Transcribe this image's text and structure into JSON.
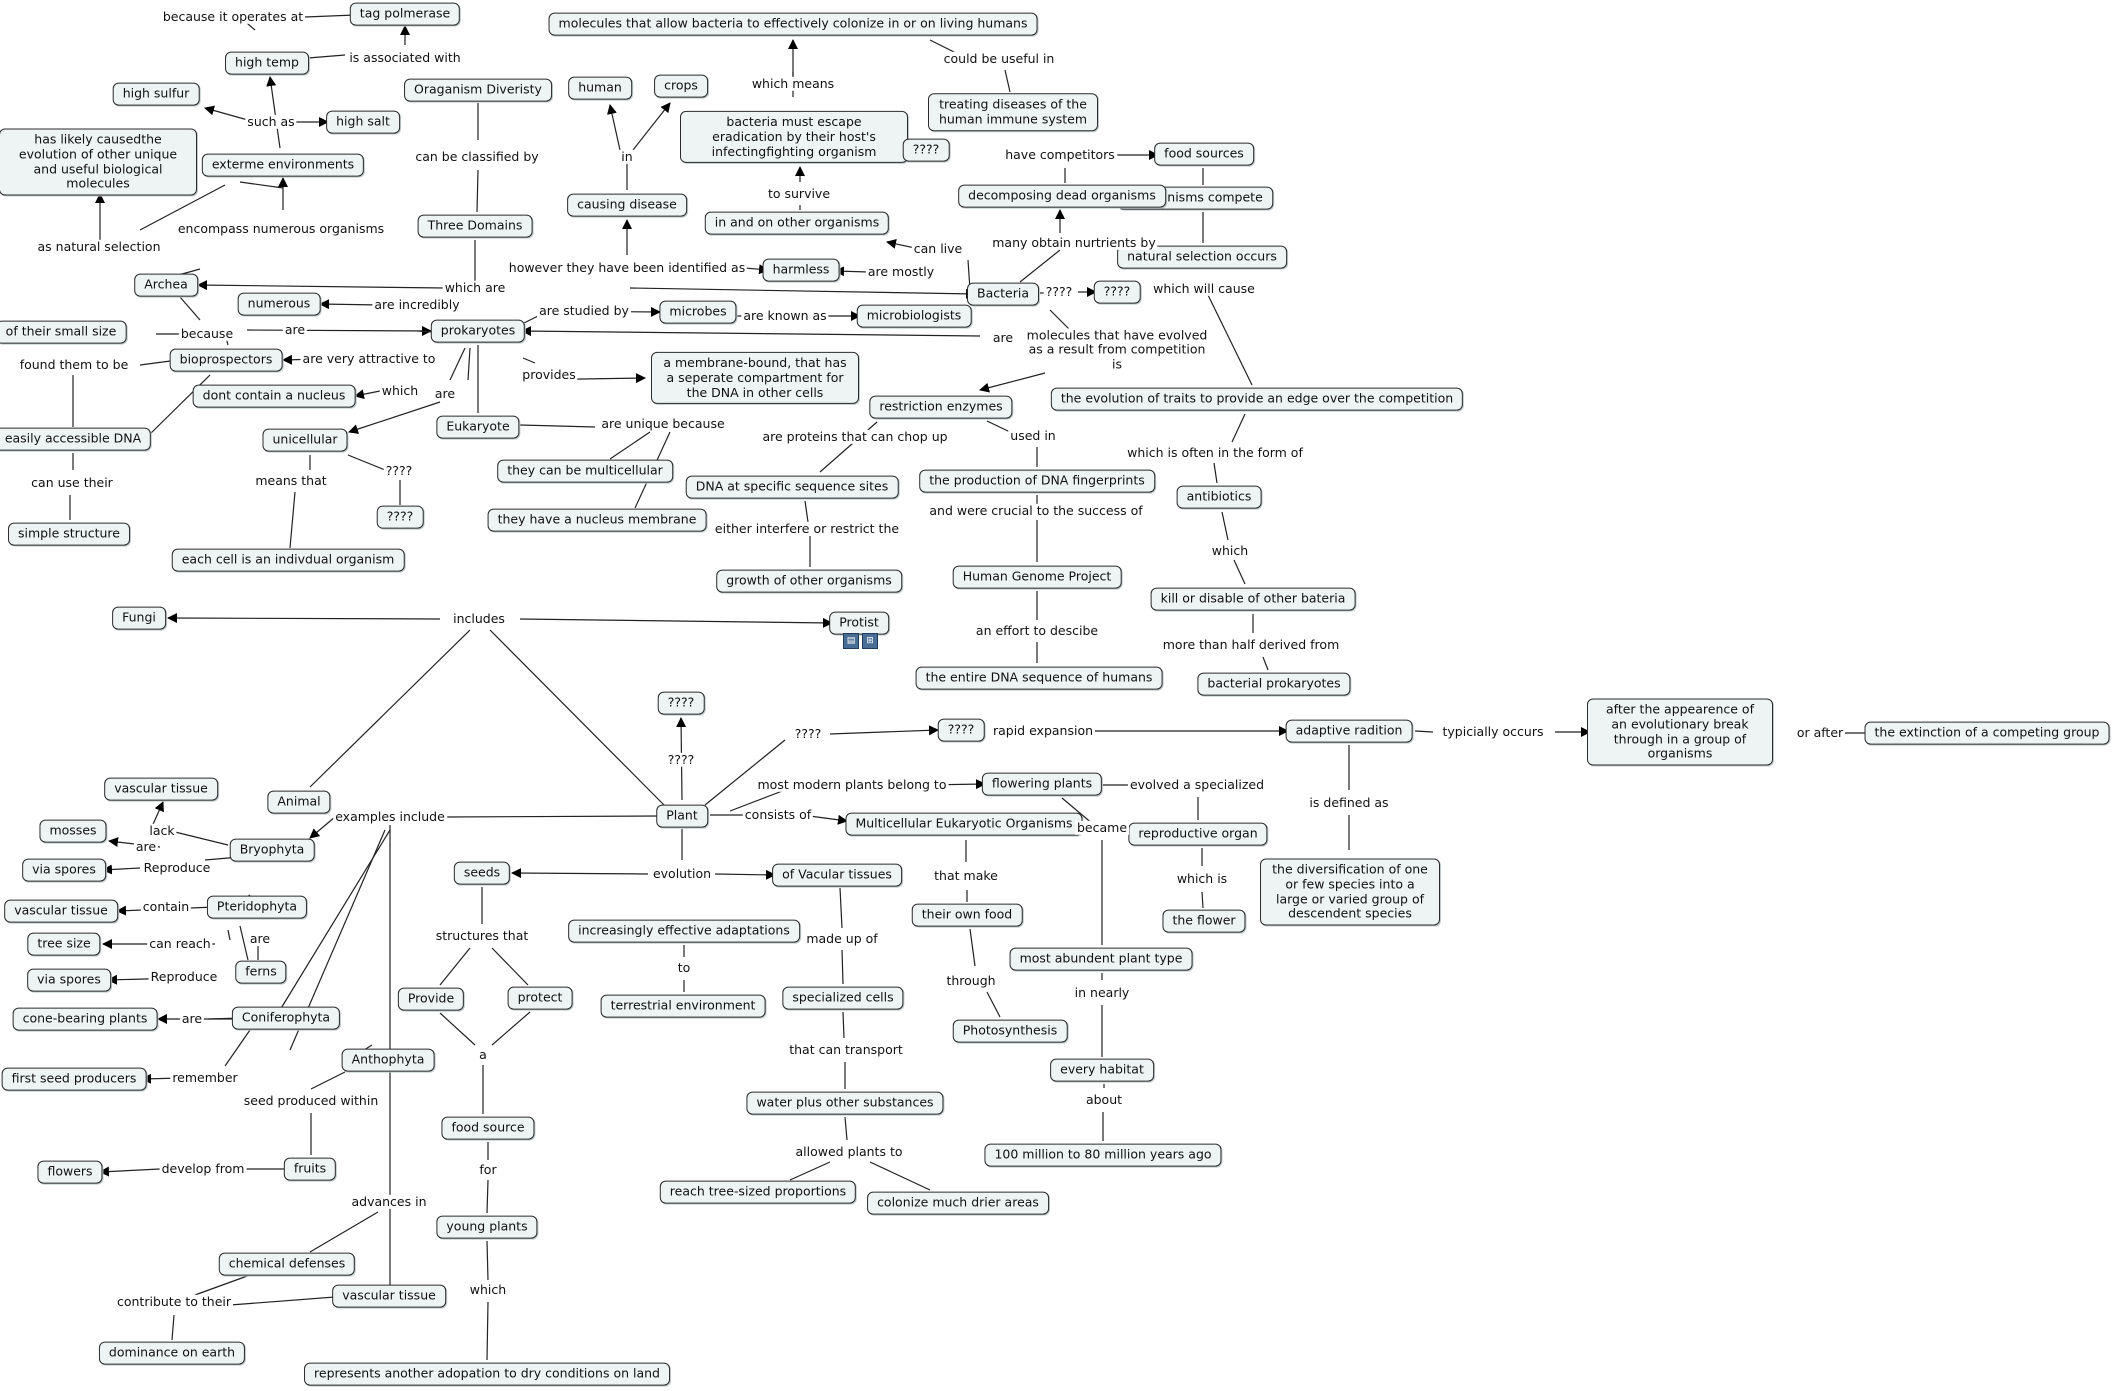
{
  "concept_map": {
    "nodes": {
      "tag_polmerase": "tag polmerase",
      "high_temp": "high temp",
      "high_sulfur": "high sulfur",
      "high_salt": "high salt",
      "has_likely": "has likely causedthe evolution of other unique and useful biological molecules",
      "externe": "exterme environments",
      "oraganism": "Oraganism Diveristy",
      "three_domains": "Three Domains",
      "archea": "Archea",
      "numerous": "numerous",
      "small_size": "of their small size",
      "bioprospectors": "bioprospectors",
      "easily_dna": "easily accessible DNA",
      "simple_structure": "simple structure",
      "prokaryotes": "prokaryotes",
      "no_nucleus": "dont contain a nucleus",
      "unicellular": "unicellular",
      "q_unicell": "????",
      "each_cell": "each cell is an indivdual organism",
      "eukaryote": "Eukaryote",
      "multicellular": "they can be multicellular",
      "nucleus_membrane": "they have a nucleus membrane",
      "membrane_bound": "a membrane-bound, that has a seperate compartment for the DNA in other cells",
      "microbes": "microbes",
      "microbiologists": "microbiologists",
      "molecules_colonize": "molecules that allow bacteria to effectively colonize in or on living humans",
      "human": "human",
      "crops": "crops",
      "escape": "bacteria must escape eradication by their host's infectingfighting organism",
      "q_escape": "????",
      "treating": "treating diseases of the human immune system",
      "causing_disease": "causing disease",
      "in_on_organisms": "in and on other organisms",
      "harmless": "harmless",
      "bacteria": "Bacteria",
      "q_bacteria": "????",
      "food_sources": "food sources",
      "decomposing": "decomposing dead organisms",
      "organisms_compete": "h organisms compete",
      "natural_selection": "natural selection occurs",
      "evolution_traits": "the evolution of traits to provide an edge over the competition",
      "restriction": "restriction enzymes",
      "dna_sites": "DNA at specific sequence sites",
      "growth": "growth of other organisms",
      "fingerprints": "the production of DNA fingerprints",
      "hgp": "Human Genome Project",
      "entire_dna": "the entire DNA sequence of humans",
      "antibiotics": "antibiotics",
      "kill": "kill or disable of other bateria",
      "bact_prok": "bacterial prokaryotes",
      "fungi": "Fungi",
      "protist": "Protist",
      "q_top": "????",
      "q_mid": "????",
      "plant": "Plant",
      "animal": "Animal",
      "adaptive": "adaptive radition",
      "after_appearance": "after the appearence of an evolutionary break through in a group of organisms",
      "extinction": "the extinction of a competing group",
      "diversification": "the diversification of one or few species into a large or varied group of descendent species",
      "flowering": "flowering plants",
      "multi_euk": "Multicellular Eukaryotic Organisms",
      "reproductive": "reproductive organ",
      "the_flower": "the flower",
      "own_food": "their own food",
      "photosynthesis": "Photosynthesis",
      "most_abundent": "most abundent plant type",
      "every_habitat": "every habitat",
      "million": "100 million to 80 million years ago",
      "vascular_top": "vascular tissue",
      "mosses": "mosses",
      "via_spores1": "via spores",
      "bryophyta": "Bryophyta",
      "vascular_mid": "vascular tissue",
      "pteridophyta": "Pteridophyta",
      "tree_size": "tree size",
      "via_spores2": "via spores",
      "ferns": "ferns",
      "cone_bearing": "cone-bearing plants",
      "coniferophyta": "Coniferophyta",
      "first_seed": "first seed producers",
      "anthophyta": "Anthophyta",
      "flowers": "flowers",
      "fruits": "fruits",
      "chemical": "chemical defenses",
      "vascular_bottom": "vascular tissue",
      "dominance": "dominance on earth",
      "seeds": "seeds",
      "of_vascular": "of Vacular tissues",
      "adaptations": "increasingly effective adaptations",
      "terrestrial": "terrestrial environment",
      "provide": "Provide",
      "protect": "protect",
      "specialized": "specialized cells",
      "water": "water plus other substances",
      "tree_sized": "reach tree-sized proportions",
      "drier": "colonize much drier areas",
      "food_source": "food source",
      "young_plants": "young plants",
      "represents": "represents another adopation to dry conditions on land"
    },
    "labels": {
      "because_operates": "because it operates at",
      "is_associated": "is associated with",
      "such_as": "such as",
      "can_be_classified": "can be classified by",
      "encompass": "encompass numerous organisms",
      "as_natural": "as natural selection",
      "which_are": "which are",
      "are_incredibly": "are incredibly",
      "are_archea": "are",
      "because_small": "because",
      "are_very_attractive": "are very attractive to",
      "found_them": "found them to be",
      "can_use": "can use their",
      "which_nucleus": "which",
      "are_uni": "are",
      "means_that": "means that",
      "q_uni_label": "????",
      "provides": "provides",
      "are_unique": "are unique because",
      "are_studied": "are studied by",
      "are_known": "are known as",
      "are_bact": "are",
      "which_means": "which means",
      "could_be_useful": "could be useful in",
      "in_label": "in",
      "to_survive": "to survive",
      "however": "however they have been identified as",
      "are_mostly": "are mostly",
      "can_live": "can live",
      "many_obtain": "many obtain nurtrients by",
      "have_competitors": "have competitors",
      "q_bact_label": "????",
      "which_will_cause": "which will cause",
      "molecules_evolved": "molecules that have evolved as a result from competition is",
      "are_proteins": "are proteins that can chop up",
      "used_in": "used in",
      "either_interfere": "either interfere or restrict the",
      "and_were_crucial": "and were crucial to the success of",
      "an_effort": "an effort to descibe",
      "which_often": "which is often in the form of",
      "which_anti": "which",
      "more_than_half": "more than half derived from",
      "includes": "includes",
      "q_plant_top": "????",
      "q_plant_mid": "????",
      "rapid_expansion": "rapid expansion",
      "typically_occurs": "typicially occurs",
      "or_after": "or after",
      "is_defined_as": "is defined as",
      "most_modern": "most modern plants belong to",
      "evolved_specialized": "evolved a specialized",
      "consists_of": "consists of",
      "became": "became",
      "which_is": "which is",
      "that_make": "that make",
      "through": "through",
      "in_nearly": "in nearly",
      "about": "about",
      "examples_include": "examples include",
      "lack": "lack",
      "are_mosses": "are",
      "reproduce1": "Reproduce",
      "contain": "contain",
      "can_reach": "can reach",
      "are_ferns": "are",
      "reproduce2": "Reproduce",
      "are_cone": "are",
      "remember": "remember",
      "seed_produced": "seed produced within",
      "develop_from": "develop from",
      "advances_in": "advances in",
      "contribute": "contribute to their",
      "evolution": "evolution",
      "structures_that": "structures that",
      "to_label": "to",
      "made_up_of": "made up of",
      "that_can_transport": "that can transport",
      "allowed_plants": "allowed plants to",
      "a_label": "a",
      "for_label": "for",
      "which_young": "which"
    }
  }
}
